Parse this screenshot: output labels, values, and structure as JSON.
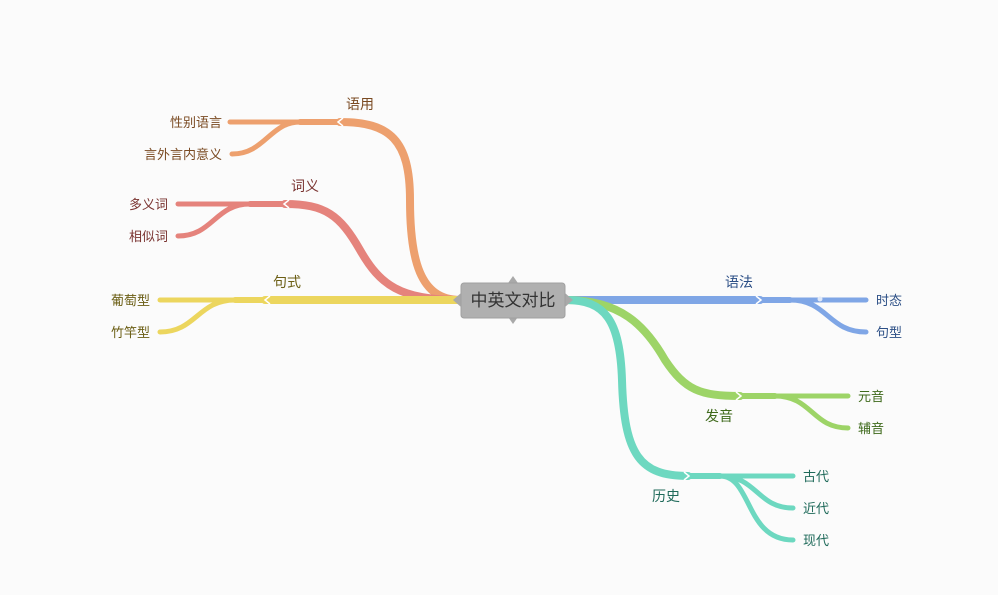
{
  "center": {
    "label": "中英文对比"
  },
  "branches": [
    {
      "id": "yuyong",
      "label": "语用",
      "color": "#eda06e",
      "text_color": "#7a4a22",
      "children": [
        {
          "label": "性别语言"
        },
        {
          "label": "言外言内意义"
        }
      ]
    },
    {
      "id": "ciyi",
      "label": "词义",
      "color": "#e5837c",
      "text_color": "#7a3330",
      "children": [
        {
          "label": "多义词"
        },
        {
          "label": "相似词"
        }
      ]
    },
    {
      "id": "jushi",
      "label": "句式",
      "color": "#ecd65e",
      "text_color": "#6b5e14",
      "children": [
        {
          "label": "葡萄型"
        },
        {
          "label": "竹竿型"
        }
      ]
    },
    {
      "id": "yufa",
      "label": "语法",
      "color": "#7fa6e6",
      "text_color": "#2c4f86",
      "children": [
        {
          "label": "时态"
        },
        {
          "label": "句型"
        }
      ]
    },
    {
      "id": "fayin",
      "label": "发音",
      "color": "#9dd467",
      "text_color": "#3f6a1c",
      "children": [
        {
          "label": "元音"
        },
        {
          "label": "辅音"
        }
      ]
    },
    {
      "id": "lishi",
      "label": "历史",
      "color": "#6dd8c0",
      "text_color": "#1f6a5a",
      "children": [
        {
          "label": "古代"
        },
        {
          "label": "近代"
        },
        {
          "label": "现代"
        }
      ]
    }
  ]
}
